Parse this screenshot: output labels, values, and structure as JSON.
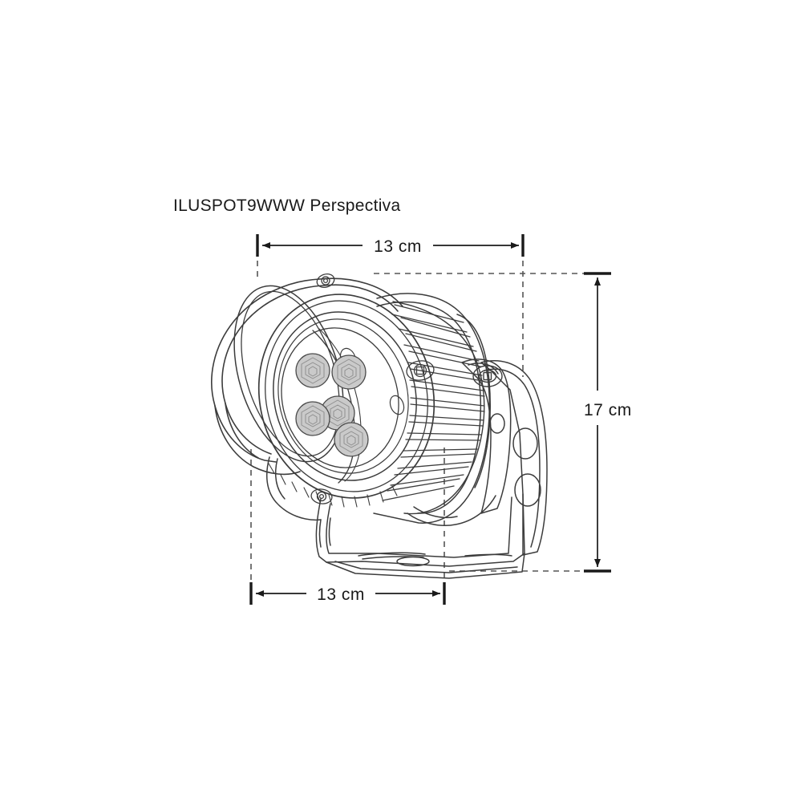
{
  "page": {
    "background_color": "#ffffff",
    "line_color": "#3c3c3c",
    "dimension_color": "#1a1a1a",
    "led_fill_color": "#c9c9c9"
  },
  "title": {
    "label": "ILUSPOT9WWW Perspectiva"
  },
  "dimensions": {
    "top": {
      "label": "13 cm",
      "value": 13,
      "unit": "cm",
      "orientation": "horizontal",
      "position": "top"
    },
    "right": {
      "label": "17 cm",
      "value": 17,
      "unit": "cm",
      "orientation": "vertical",
      "position": "right"
    },
    "bottom": {
      "label": "13 cm",
      "value": 13,
      "unit": "cm",
      "orientation": "horizontal",
      "position": "bottom"
    }
  },
  "product": {
    "name": "ILUSPOT9WWW",
    "view": "Perspectiva",
    "type": "LED spotlight / garden projector",
    "led_count_visible": 5,
    "components": [
      "glare-shield-hood",
      "front-bezel-ring",
      "led-array",
      "finned-heatsink-body",
      "adjustment-bracket-arm",
      "u-shaped-mounting-base",
      "pivot-screw",
      "hood-screw"
    ]
  }
}
